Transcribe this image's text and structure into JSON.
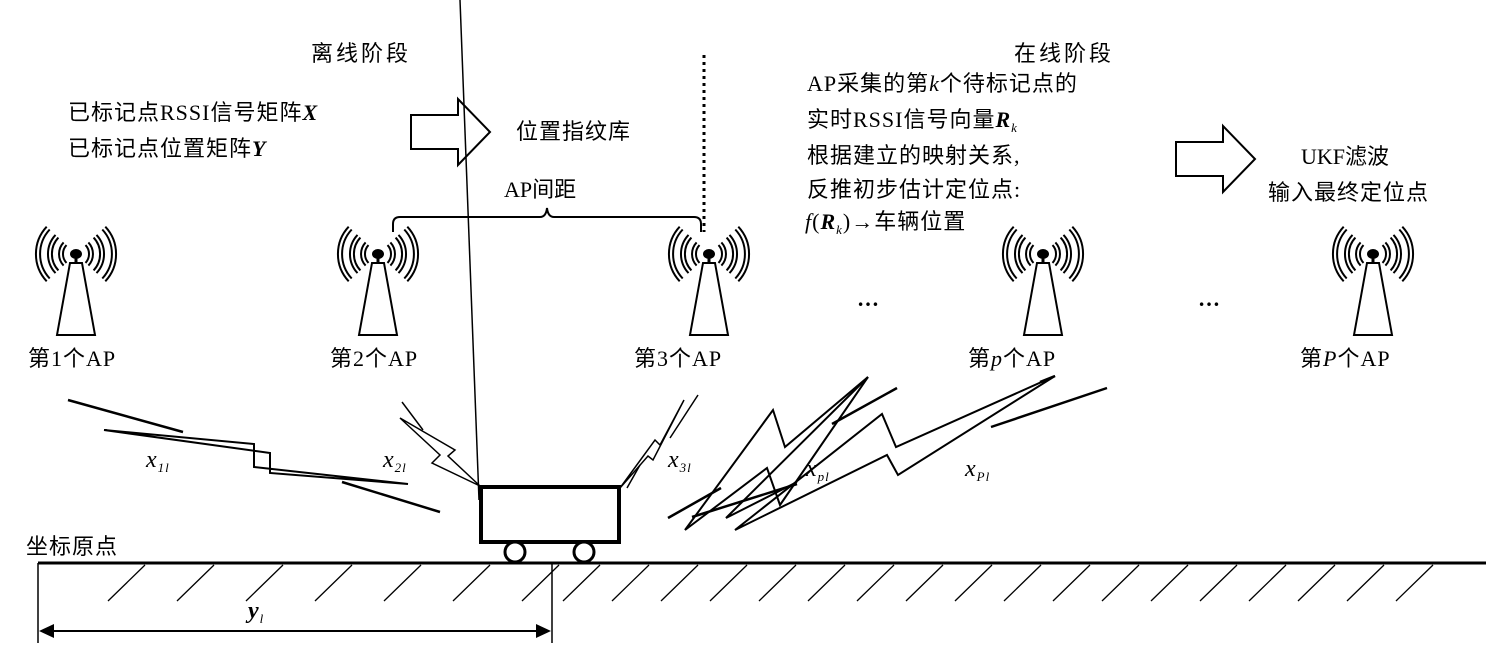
{
  "offline": {
    "title": "离线阶段",
    "input_line1_text": "已标记点RSSI信号矩阵",
    "input_line1_var": "X",
    "input_line2_text": "已标记点位置矩阵",
    "input_line2_var": "Y",
    "output": "位置指纹库"
  },
  "online": {
    "title": "在线阶段",
    "line1_a": "AP采集的第",
    "line1_var": "k",
    "line1_b": "个待标记点的",
    "line2_text": "实时RSSI信号向量",
    "line2_var": "R",
    "line2_sub": "k",
    "line3": "根据建立的映射关系,",
    "line4": "反推初步估计定位点:",
    "line5_f": "f",
    "line5_open": "(",
    "line5_var": "R",
    "line5_sub": "k",
    "line5_close": ")",
    "line5_arrow": "→",
    "line5_text": "车辆位置",
    "output_line1": "UKF滤波",
    "output_line2": "输入最终定位点"
  },
  "spacing_label": "AP间距",
  "aps": [
    {
      "prefix": "第",
      "index": "1",
      "index_italic": false,
      "suffix": "个AP"
    },
    {
      "prefix": "第",
      "index": "2",
      "index_italic": false,
      "suffix": "个AP"
    },
    {
      "prefix": "第",
      "index": "3",
      "index_italic": false,
      "suffix": "个AP"
    },
    {
      "prefix": "第",
      "index": "p",
      "index_italic": true,
      "suffix": "个AP"
    },
    {
      "prefix": "第",
      "index": "P",
      "index_italic": true,
      "suffix": "个AP"
    }
  ],
  "ellipsis": [
    "…",
    "…"
  ],
  "signals": [
    {
      "var": "x",
      "sub": "1l"
    },
    {
      "var": "x",
      "sub": "2l"
    },
    {
      "var": "x",
      "sub": "3l"
    },
    {
      "var": "x",
      "sub": "pl"
    },
    {
      "var": "x",
      "sub": "Pl"
    }
  ],
  "origin_label": "坐标原点",
  "distance": {
    "var": "y",
    "sub": "l"
  },
  "icons": {
    "ap": "wifi-tower-icon",
    "arrow": "hollow-right-arrow-icon",
    "vehicle": "vehicle-icon"
  }
}
